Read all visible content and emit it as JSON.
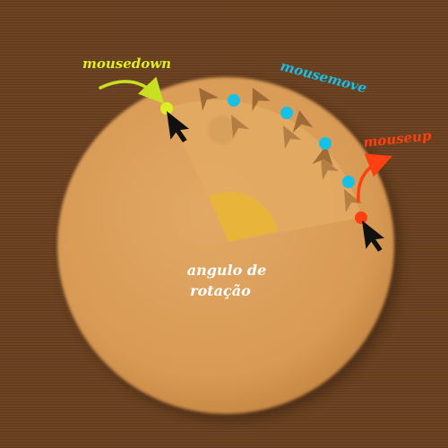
{
  "labels": {
    "mousedown": "mousedown",
    "mousemove": "mousemove",
    "mouseup": "mouseup",
    "angle_line1": "angulo de",
    "angle_line2": "rotação"
  },
  "colors": {
    "knob": "#d99a55",
    "knob_rim": "#b27638",
    "background": "#6a4020",
    "sector": "#e0a55c",
    "angle_arc": "#e9b43a",
    "mousedown": "#ddee22",
    "mousemove": "#18c0e6",
    "mouseup": "#ff4010",
    "pointer": "#111111",
    "angle_text": "#ffffff"
  },
  "icons": {
    "pointer": "mouse-pointer-icon",
    "move_arrow": "move-arrow-icon"
  }
}
